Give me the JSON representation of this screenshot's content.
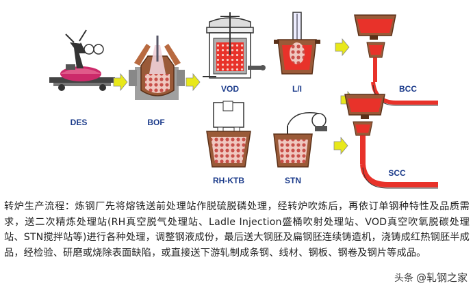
{
  "labels": {
    "des": "DES",
    "bof": "BOF",
    "vod": "VOD",
    "li": "L/I",
    "rhktb": "RH-KTB",
    "stn": "STN",
    "bcc": "BCC",
    "scc": "SCC"
  },
  "caption": "转炉生产流程：炼钢厂先将熔铣送前处理站作脱硫脱磷处理，经转炉吹炼后，再依订单钢种特性及品质需求，送二次精炼处理站(RH真空脱气处理站、Ladle Injection盛桶吹射处理站、VOD真空吹氧脱碳处理站、STN搅拌站等)进行各种处理，调整钢液成份，最后送大钢胚及扁钢胚连续铸造机，浇铸成红热钢胚半成品，经检验、研磨或烧除表面缺陷，或直接送下游轧制成条钢、线材、钢板、钢卷及钢片等成品。",
  "watermark": {
    "logo": "头条",
    "text": "@轧钢之家"
  },
  "colors": {
    "molten": "#e8322a",
    "vessel": "#9a5a38",
    "arrow": "#e8e81a",
    "label": "#1a3a8a"
  }
}
